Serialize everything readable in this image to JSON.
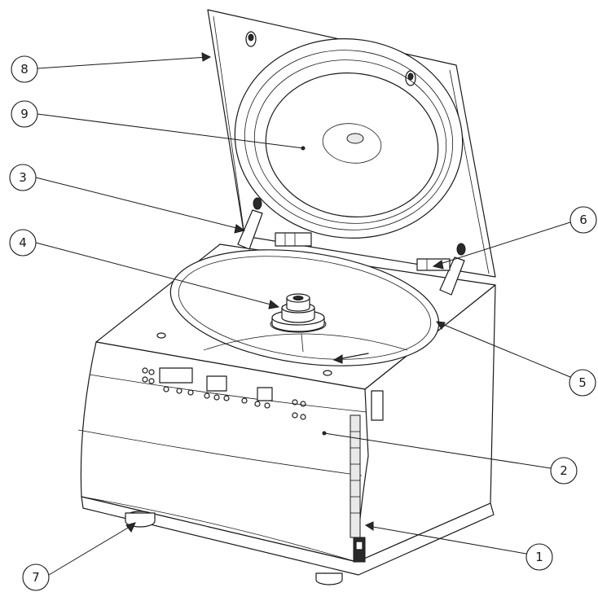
{
  "callouts": [
    {
      "id": "8",
      "label": "8"
    },
    {
      "id": "9",
      "label": "9"
    },
    {
      "id": "3",
      "label": "3"
    },
    {
      "id": "4",
      "label": "4"
    },
    {
      "id": "6",
      "label": "6"
    },
    {
      "id": "5",
      "label": "5"
    },
    {
      "id": "2",
      "label": "2"
    },
    {
      "id": "1",
      "label": "1"
    },
    {
      "id": "7",
      "label": "7"
    }
  ]
}
